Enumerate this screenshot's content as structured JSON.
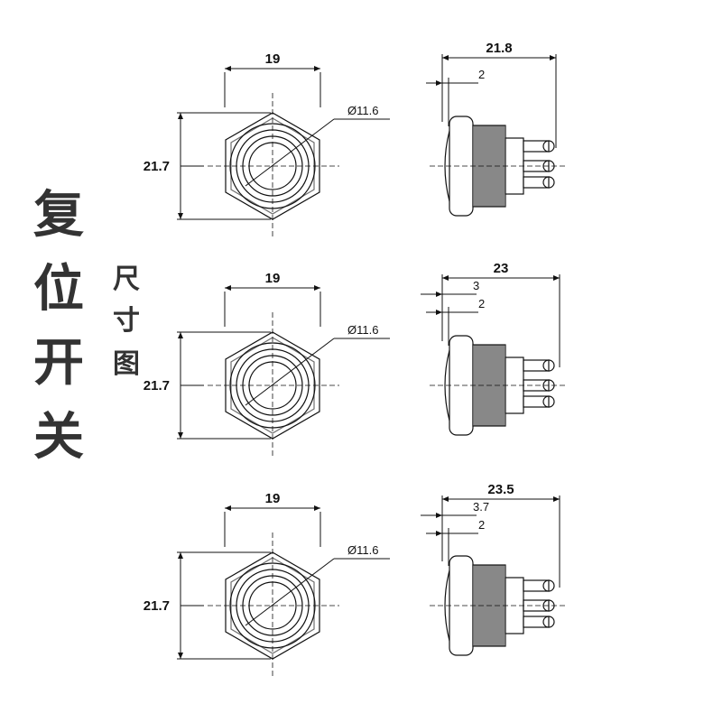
{
  "title": {
    "chars": [
      "复",
      "位",
      "开",
      "关"
    ]
  },
  "subtitle": {
    "chars": [
      "尺",
      "寸",
      "图"
    ]
  },
  "views": [
    {
      "front": {
        "width": "19",
        "height": "21.7",
        "diameter": "Ø11.6"
      },
      "side": {
        "length": "21.8",
        "head": "2",
        "cap": ""
      }
    },
    {
      "front": {
        "width": "19",
        "height": "21.7",
        "diameter": "Ø11.6"
      },
      "side": {
        "length": "23",
        "head": "2",
        "cap": "3"
      }
    },
    {
      "front": {
        "width": "19",
        "height": "21.7",
        "diameter": "Ø11.6"
      },
      "side": {
        "length": "23.5",
        "head": "2",
        "cap": "3.7"
      }
    }
  ]
}
